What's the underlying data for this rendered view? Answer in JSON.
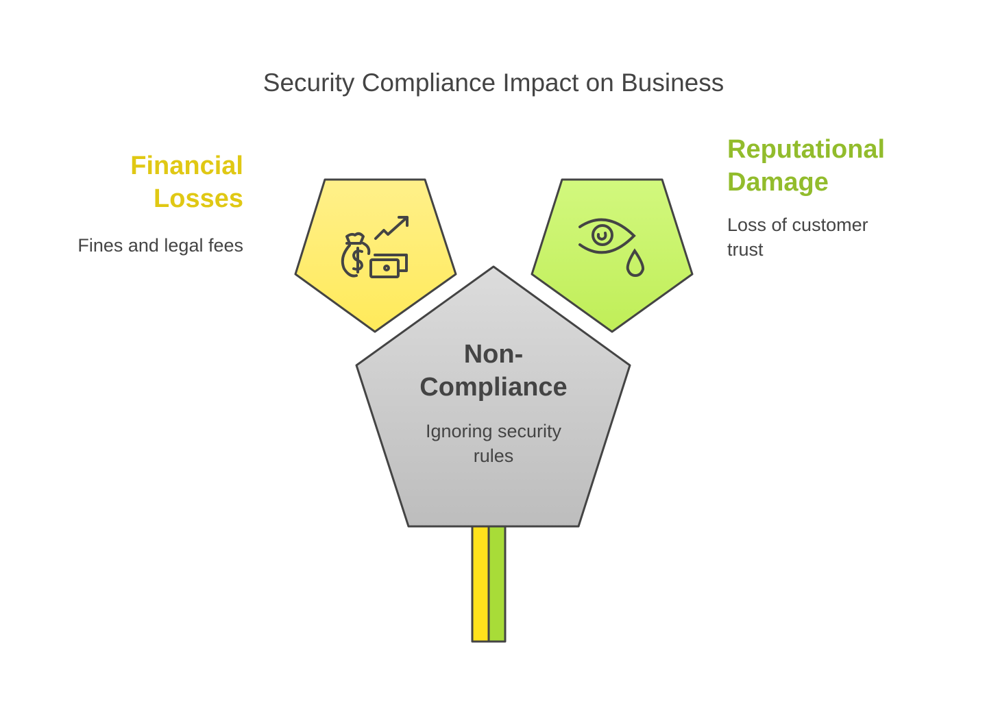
{
  "title": "Security Compliance Impact on Business",
  "nodes": {
    "financial": {
      "title_line1": "Financial",
      "title_line2": "Losses",
      "description": "Fines and legal fees",
      "color": "#e0c814",
      "icon": "money-bag-growth-icon"
    },
    "reputational": {
      "title_line1": "Reputational",
      "title_line2": "Damage",
      "description_line1": "Loss of customer",
      "description_line2": "trust",
      "color": "#92bc2c",
      "icon": "crying-eye-icon"
    },
    "center": {
      "title_line1": "Non-",
      "title_line2": "Compliance",
      "description_line1": "Ignoring security",
      "description_line2": "rules"
    }
  }
}
